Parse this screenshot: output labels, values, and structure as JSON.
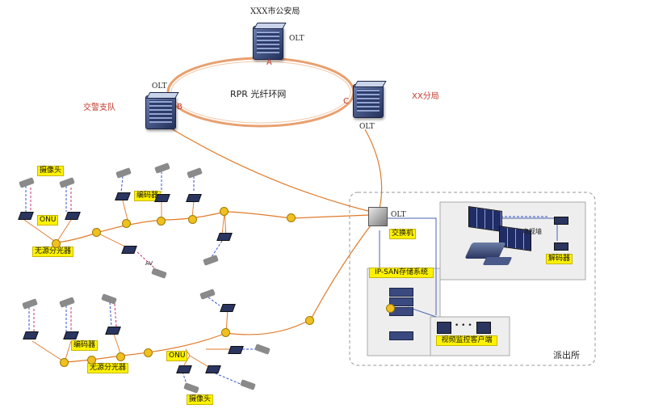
{
  "title_top": "XXX市公安局",
  "olt_label": "OLT",
  "ring_label": "RPR 光纤环网",
  "node_a": "A",
  "node_b": "B",
  "node_c": "C",
  "left_site": "交警支队",
  "right_site": "XX分局",
  "camera_label": "摄像头",
  "encoder_label": "编码器",
  "splitter_label": "无源分光器",
  "onu_label": "ONU",
  "switch_label": "交换机",
  "ipsan_label": "IP-SAN存储系统",
  "tvwall_label": "电视墙",
  "decoder_label": "解码器",
  "client_label": "视频监控客户端",
  "station_label": "派出所",
  "av_label": "AV",
  "colors": {
    "fiber": "#e07a2a",
    "ring": "#e8a070",
    "tag": "#fff200",
    "link_blue": "#3355cc",
    "link_pink": "#cc3377"
  }
}
